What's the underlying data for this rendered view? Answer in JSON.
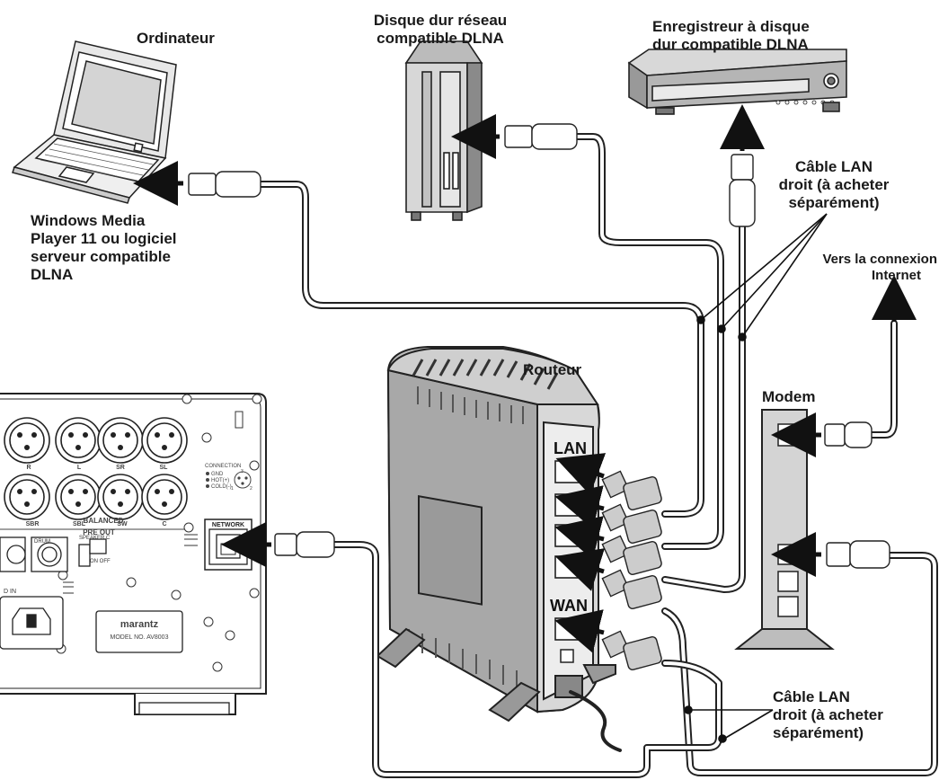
{
  "labels": {
    "computer": "Ordinateur",
    "software": [
      "Windows Media",
      "Player 11 ou logiciel",
      "serveur compatible",
      "DLNA"
    ],
    "nas": [
      "Disque dur réseau",
      "compatible DLNA"
    ],
    "recorder": [
      "Enregistreur à disque",
      "dur compatible DLNA"
    ],
    "cable_top": [
      "Câble LAN",
      "droit (à acheter",
      "séparément)"
    ],
    "internet": [
      "Vers la connexion",
      "Internet"
    ],
    "router": "Routeur",
    "modem": "Modem",
    "cable_bottom": [
      "Câble LAN",
      "droit (à acheter",
      "séparément)"
    ],
    "lan_port": "LAN",
    "wan_port": "WAN"
  },
  "receiver": {
    "network_label": "NETWORK",
    "pre_out": "PRE OUT",
    "balanced": "BALANCED",
    "brand": "marantz",
    "model": "MODEL NO. AV8003",
    "connector_labels": [
      "R",
      "L",
      "SR",
      "SL",
      "SBR",
      "SBL",
      "SW",
      "C"
    ],
    "connection_title": "CONNECTION",
    "connection_pins": [
      "GND",
      "HOT(+)",
      "COLD(-)"
    ],
    "pin_numbers": [
      "1",
      "2",
      "3"
    ],
    "speaker_c": "SPEAKER C",
    "on_off": "ON  OFF",
    "drum": "DRUM",
    "d_in": "D IN"
  }
}
